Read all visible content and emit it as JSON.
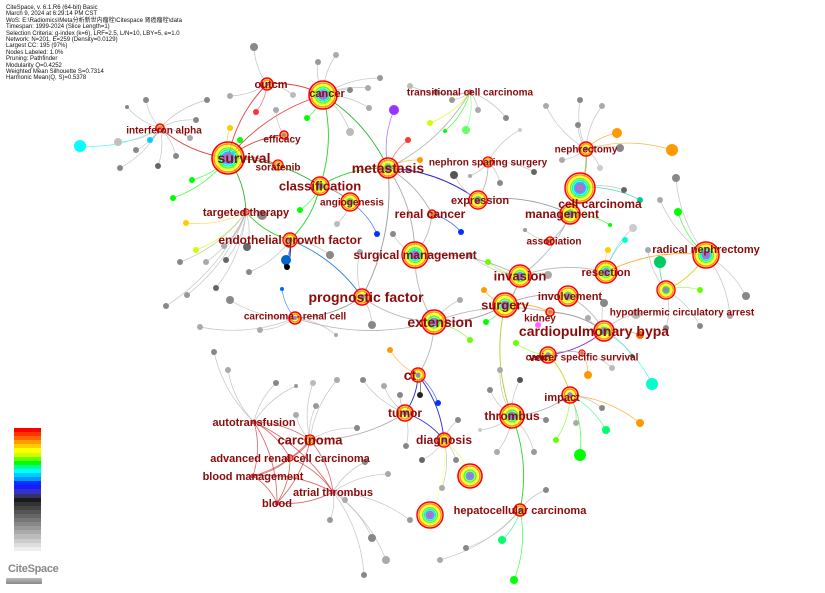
{
  "info_lines": [
    "CiteSpace, v. 6.1.R6 (64-bit) Basic",
    "March 9, 2024 at 6:29:14 PM CST",
    "WoS: E:\\Radiomics\\Meta分析新世内瘤栓\\Citespace 肾癌瘤栓\\data",
    "Timespan: 1999-2024 (Slice Length=1)",
    "Selection Criteria: g-index (k=6), LRF=2.5, L/N=10, LBY=5, e=1.0",
    "Network: N=201, E=259 (Density=0.0129)",
    "Largest CC: 195 (97%)",
    "Nodes Labeled: 1.0%",
    "Pruning: Pathfinder",
    "Modularity Q=0.4252",
    "Weighted Mean Silhouette S=0.7314",
    "Harmonic Mean(Q, S)=0.5378"
  ],
  "keywords": [
    {
      "name": "survival",
      "label": "survival"
    },
    {
      "name": "outcm",
      "label": "outcm"
    },
    {
      "name": "cancer",
      "label": "cancer"
    },
    {
      "name": "interferon-alpha",
      "label": "interferon alpha"
    },
    {
      "name": "efficacy",
      "label": "efficacy"
    },
    {
      "name": "sorafenib",
      "label": "sorafenib"
    },
    {
      "name": "metastasis",
      "label": "metastasis"
    },
    {
      "name": "classification",
      "label": "classification"
    },
    {
      "name": "angiogenesis",
      "label": "angiogenesis"
    },
    {
      "name": "targeted-therapy",
      "label": "targeted therapy"
    },
    {
      "name": "endothelial-growth-factor",
      "label": "endothelial growth factor"
    },
    {
      "name": "transitional-cell-carcinoma",
      "label": "transitional cell carcinoma"
    },
    {
      "name": "nephron-sparing-surgery",
      "label": "nephron sparing surgery"
    },
    {
      "name": "nephrectomy",
      "label": "nephrectomy"
    },
    {
      "name": "expression",
      "label": "expression"
    },
    {
      "name": "renal-cancer",
      "label": "renal cancer"
    },
    {
      "name": "management",
      "label": "management"
    },
    {
      "name": "cell-carcinoma",
      "label": "cell carcinoma"
    },
    {
      "name": "association",
      "label": "association"
    },
    {
      "name": "surgical-management",
      "label": "surgical management"
    },
    {
      "name": "radical-nephrectomy",
      "label": "radical nephrectomy"
    },
    {
      "name": "invasion",
      "label": "invasion"
    },
    {
      "name": "resection",
      "label": "resection"
    },
    {
      "name": "prognostic-factor",
      "label": "prognostic factor"
    },
    {
      "name": "surgery",
      "label": "surgery"
    },
    {
      "name": "involvement",
      "label": "involvement"
    },
    {
      "name": "hypothermic-circulatory-arrest",
      "label": "hypothermic circulatory arrest"
    },
    {
      "name": "carcinoma-renal-cell",
      "label": "carcinoma - renal cell"
    },
    {
      "name": "extension",
      "label": "extension"
    },
    {
      "name": "kidney",
      "label": "kidney"
    },
    {
      "name": "cardiopulmonary-bypa",
      "label": "cardiopulmonary bypa"
    },
    {
      "name": "vein",
      "label": "vein"
    },
    {
      "name": "cancer-specific-survival",
      "label": "cancer specific survival"
    },
    {
      "name": "ct",
      "label": "ct"
    },
    {
      "name": "impact",
      "label": "impact"
    },
    {
      "name": "autotransfusion",
      "label": "autotransfusion"
    },
    {
      "name": "tumor",
      "label": "tumor"
    },
    {
      "name": "thrombus",
      "label": "thrombus"
    },
    {
      "name": "carcinoma",
      "label": "carcinoma"
    },
    {
      "name": "diagnosis",
      "label": "diagnosis"
    },
    {
      "name": "advanced-renal-cell-carcinoma",
      "label": "advanced renal cell carcinoma"
    },
    {
      "name": "blood-management",
      "label": "blood management"
    },
    {
      "name": "atrial-thrombus",
      "label": "atrial thrombus"
    },
    {
      "name": "blood",
      "label": "blood"
    },
    {
      "name": "hepatocellular-carcinoma",
      "label": "hepatocellular carcinoma"
    }
  ],
  "legend_colors": [
    "#ff0000",
    "#ff3300",
    "#ff6600",
    "#ff9900",
    "#ffcc00",
    "#ffff00",
    "#ccff00",
    "#66ff00",
    "#00ff00",
    "#00ff99",
    "#00ffff",
    "#00ccff",
    "#0099ff",
    "#0033ff",
    "#1a1aff",
    "#3333cc",
    "#333366",
    "#1a1a1a",
    "#333333",
    "#444444",
    "#555555",
    "#666666",
    "#777777",
    "#888888",
    "#999999",
    "#aaaaaa",
    "#bbbbbb",
    "#cccccc",
    "#dddddd",
    "#eeeeee"
  ],
  "logo_text": "CiteSpace"
}
